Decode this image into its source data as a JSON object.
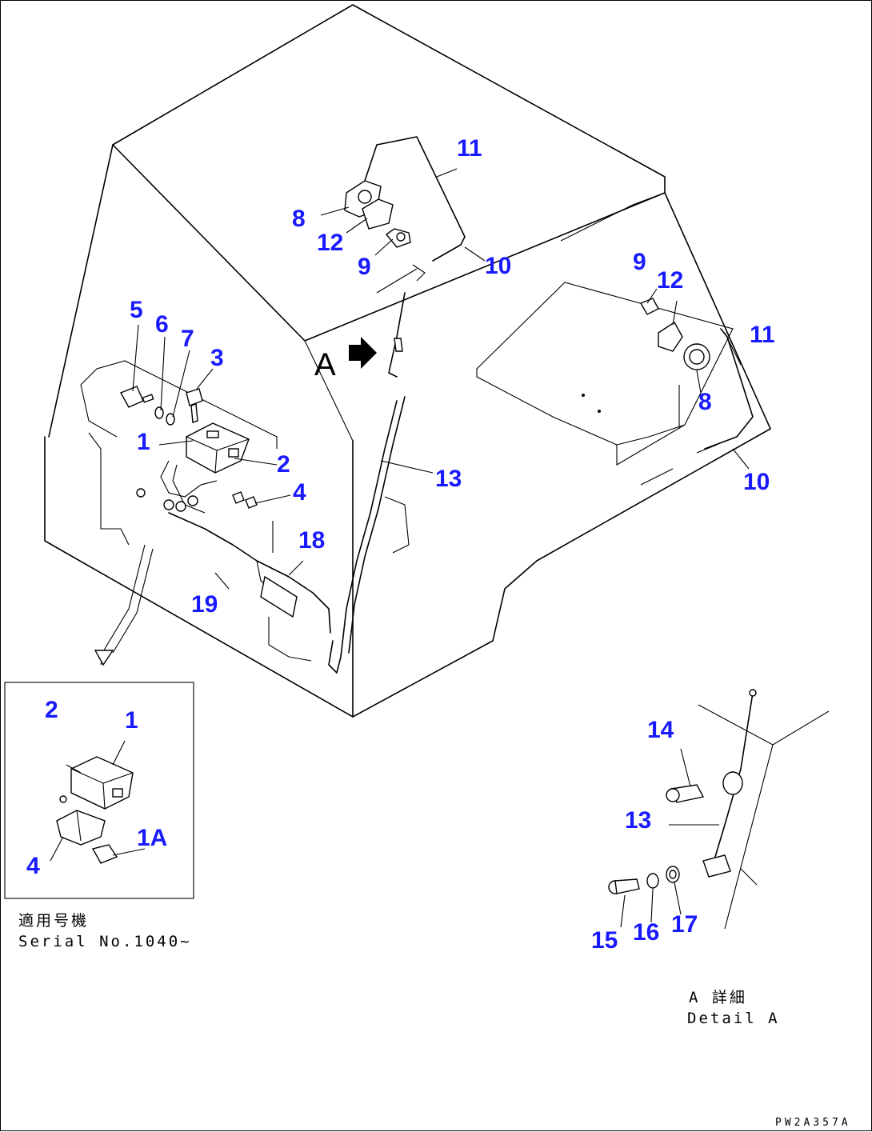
{
  "view_label": "A",
  "callouts": {
    "c11a": "11",
    "c8a": "8",
    "c12a": "12",
    "c9a": "9",
    "c10a": "10",
    "c9b": "9",
    "c12b": "12",
    "c11b": "11",
    "c8b": "8",
    "c10b": "10",
    "c13a": "13",
    "c5": "5",
    "c6": "6",
    "c7": "7",
    "c3": "3",
    "c1a": "1",
    "c2a": "2",
    "c4a": "4",
    "c18": "18",
    "c19": "19",
    "c2b": "2",
    "c1b": "1",
    "c1A": "1A",
    "c4b": "4",
    "c14": "14",
    "c13b": "13",
    "c15": "15",
    "c16": "16",
    "c17": "17"
  },
  "inset": {
    "title_jp": "適用号機",
    "title_en": "Serial No.1040~"
  },
  "detail": {
    "title_jp": "A 詳細",
    "title_en": "Detail A"
  },
  "drawing_code": "PW2A357A",
  "colors": {
    "callout": "#1a1aff",
    "line": "#000000",
    "background": "#ffffff"
  }
}
